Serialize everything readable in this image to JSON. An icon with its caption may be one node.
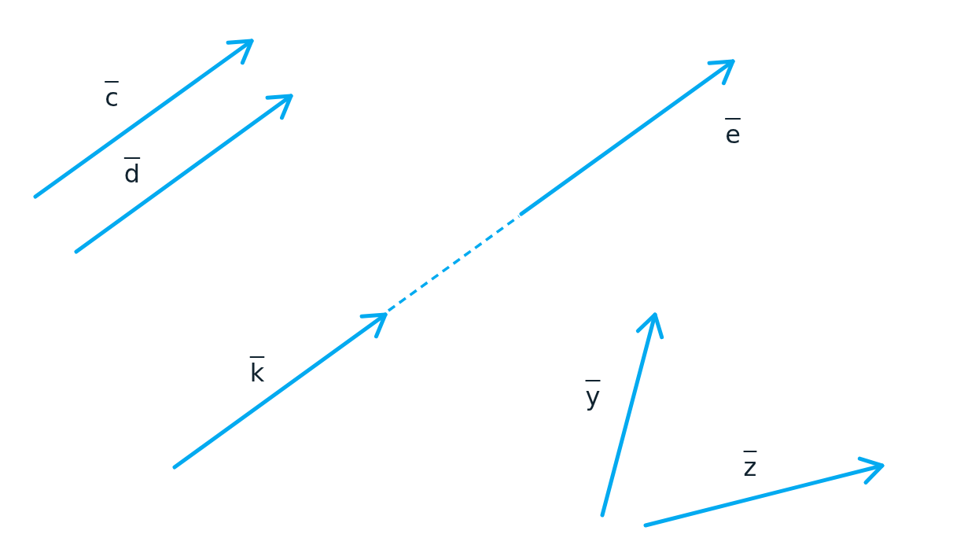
{
  "diagram": {
    "labels": [
      "c",
      "d",
      "e",
      "k",
      "y",
      "z"
    ]
  }
}
